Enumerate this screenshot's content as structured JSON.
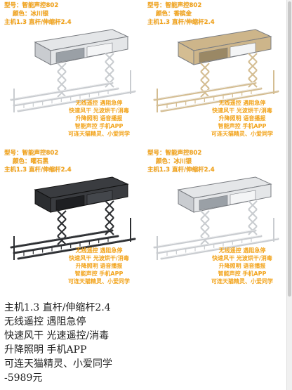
{
  "panels": [
    {
      "model": "型号：智能声控802",
      "color_label": "颜色：冰川银",
      "spec": "主机1.3  直杆/伸缩杆2.4",
      "features": [
        "无线遥控 遇阻急停",
        "快速风干 光波烘干/消毒",
        "升降照明 语音播报",
        "智能声控 手机APP",
        "可连天猫精灵、小爱同学"
      ],
      "finish": "#c9ccd0",
      "device": "#e4e6e8",
      "panel_face": "#9aa0a6"
    },
    {
      "model": "型号：智能声控802",
      "color_label": "颜色：香槟金",
      "spec": "主机1.3  直杆/伸缩杆2.4",
      "features": [
        "无线遥控 遇阻急停",
        "快速风干 光波烘干/消毒",
        "升降照明 语音播报",
        "智能声控 手机APP",
        "可连天猫精灵、小爱同学"
      ],
      "finish": "#d4bd92",
      "device": "#cdb58a",
      "panel_face": "#9a8865"
    },
    {
      "model": "型号：智能声控802",
      "color_label": "颜色：曜石黑",
      "spec": "主机1.3  直杆/伸缩杆2.4",
      "features": [
        "无线遥控 遇阻急停",
        "快速风干 光波烘干/消毒",
        "升降照明 语音播报",
        "智能声控 手机APP",
        "可连天猫精灵、小爱同学"
      ],
      "finish": "#2b2d30",
      "device": "#3a3c40",
      "panel_face": "#1e1f22"
    },
    {
      "model": "型号：智能声控802",
      "color_label": "颜色：冰川银",
      "spec": "主机1.3  直杆/伸缩杆2.4",
      "features": [
        "无线遥控 遇阻急停",
        "快速风干 光波烘干/消毒",
        "升降照明 语音播报",
        "智能声控 手机APP",
        "可连天猫精灵、小爱同学"
      ],
      "finish": "#c9ccd0",
      "device": "#e4e6e8",
      "panel_face": "#9aa0a6"
    }
  ],
  "description": {
    "line1": "主机1.3 直杆/伸缩杆2.4",
    "line2": "无线遥控 遇阻急停",
    "line3": "快速风干 光速遥控/消毒",
    "line4": "升降照明 手机APP",
    "line5": "可连天猫精灵、小爱同学",
    "line6": "-5989元"
  }
}
